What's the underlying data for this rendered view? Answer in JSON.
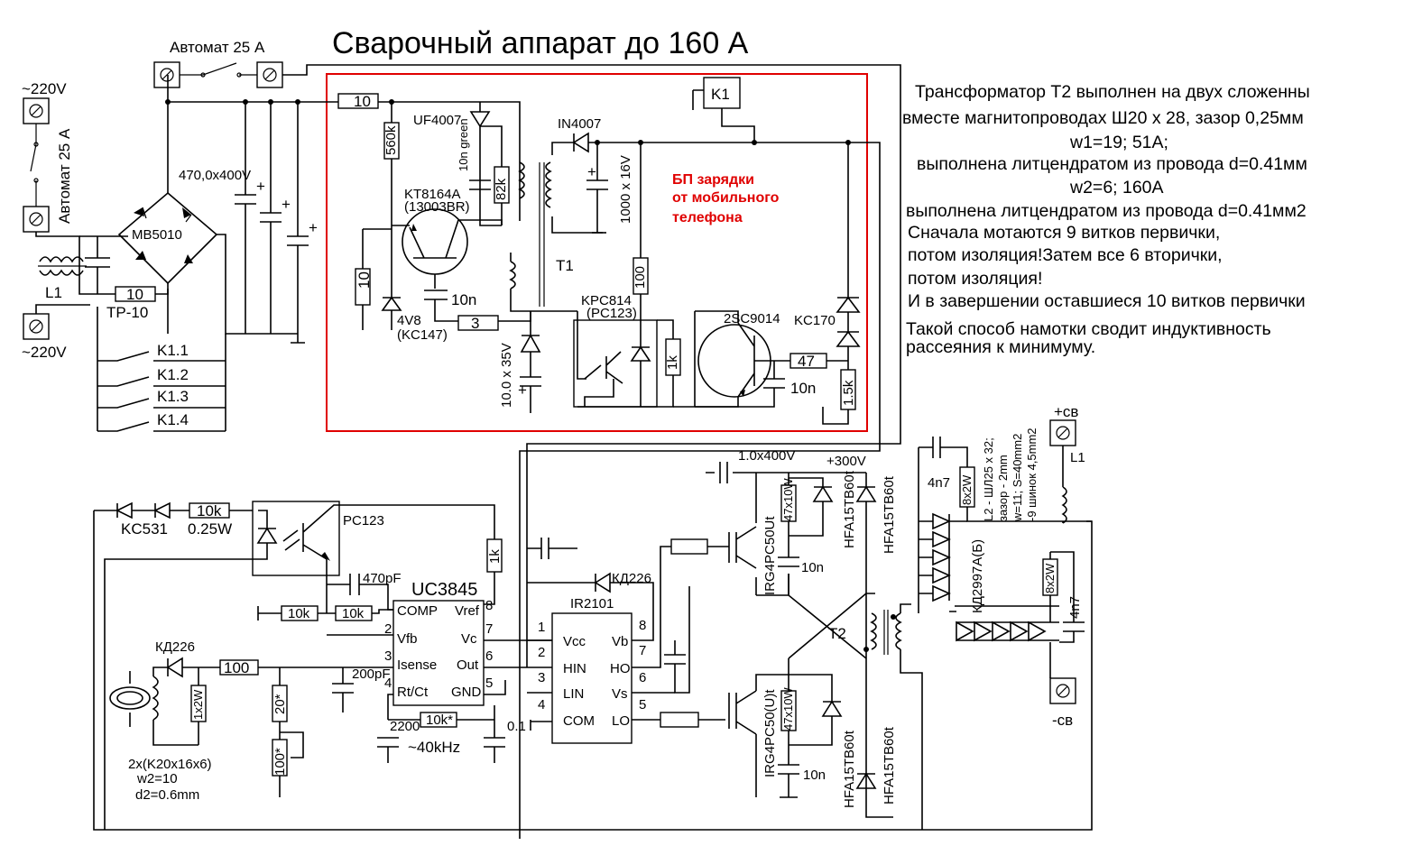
{
  "title": "Сварочный аппарат до 160 А",
  "notes": [
    "Трансформатор Т2 выполнен на двух сложенны",
    "вместе магнитопроводах Ш20 х 28, зазор 0,25мм",
    "w1=19;  51А;",
    "выполнена литцендратом из провода d=0.41мм",
    "w2=6; 160А",
    "выполнена литцендратом из провода d=0.41мм2",
    "Сначала мотаются 9 витков первички,",
    "потом изоляция!Затем все 6 вторички,",
    "потом изоляция!",
    "И в завершении оставшиеся 10 витков первички",
    "Такой способ намотки сводит индуктивность",
    "рассеяния к минимуму."
  ],
  "psu_label": [
    "БП зарядки",
    "от мобильного",
    "телефона"
  ],
  "colors": {
    "frame": "#e00000",
    "wire": "#000000"
  },
  "labels": {
    "automat_top": "Автомат 25 А",
    "automat_left": "Автомат 25 А",
    "v220_top": "~220V",
    "v220_bottom": "~220V",
    "cap_470": "470,0x400V",
    "bridge": "MB5010",
    "l1": "L1",
    "r10_in": "10",
    "tp10": "TP-10",
    "k11": "K1.1",
    "k12": "K1.2",
    "k13": "K1.3",
    "k14": "K1.4",
    "r10_psu": "10",
    "uf4007": "UF4007",
    "r560k": "560k",
    "c10n_green": "10n green",
    "r82k": "82k",
    "kt8164a": "KT8164A",
    "q13003": "(13003BR)",
    "r10_base": "10",
    "zener4v8": "4V8",
    "kc147": "(KC147)",
    "c10n_psu": "10n",
    "r3": "3",
    "c10x35": "10.0 x 35V",
    "t1": "T1",
    "in4007": "IN4007",
    "c1000x16": "1000 x 16V",
    "k1": "K1",
    "r100_psu": "100",
    "krc814": "KPC814",
    "pc123_psu": "(PC123)",
    "r1k_psu": "1k",
    "q2sc9014": "2SC9014",
    "kc170": "KC170",
    "r47": "47",
    "c10n_b": "10n",
    "r1k5": "1.5k",
    "c1x400": "1.0x400V",
    "v300": "+300V",
    "kc531": "KC531",
    "r10k_fb": "10k",
    "r025w": "0.25W",
    "pc123": "PC123",
    "r1k_opto": "1k",
    "c470pf": "470pF",
    "uc3845": "UC3845",
    "r10k_a": "10k",
    "r10k_b": "10k",
    "pin_comp": "COMP",
    "pin_vref": "Vref",
    "pin_vfb": "Vfb",
    "pin_vc": "Vc",
    "pin_isense": "Isense",
    "pin_out": "Out",
    "pin_rtct": "Rt/Ct",
    "pin_gnd": "GND",
    "n1": "1",
    "n2": "2",
    "n3": "3",
    "n4": "4",
    "n5": "5",
    "n6": "6",
    "n7": "7",
    "n8": "8",
    "c200pf": "200pF",
    "c2200": "2200",
    "r10k_star": "10k*",
    "f40k": "~40kHz",
    "c01": "0.1",
    "kd226_sense": "КД226",
    "r100_sense": "100",
    "r1x2w": "1x2W",
    "r20star": "20*",
    "r100star": "100*",
    "ct_core": "2x(K20x16x6)",
    "ct_w2": "w2=10",
    "ct_d2": "d2=0.6mm",
    "ir2101": "IR2101",
    "kd226_boot": "КД226",
    "drv_vcc": "Vcc",
    "drv_hin": "HIN",
    "drv_lin": "LIN",
    "drv_com": "COM",
    "drv_vb": "Vb",
    "drv_ho": "HO",
    "drv_vs": "Vs",
    "drv_lo": "LO",
    "d1": "1",
    "d2": "2",
    "d3": "3",
    "d4": "4",
    "d5": "5",
    "d6": "6",
    "d7": "7",
    "d8": "8",
    "irg_top": "IRG4PC50Ut",
    "irg_bot": "IRG4PC50(U)t",
    "r47x10w_top": "47x10W",
    "r47x10w_bot": "47x10W",
    "c10n_top": "10n",
    "c10n_bot": "10n",
    "hfa1": "HFA15TB60t",
    "hfa2": "HFA15TB60t",
    "hfa3": "HFA15TB60t",
    "hfa4": "HFA15TB60t",
    "t2": "T2",
    "c4n7_top": "4n7",
    "r8x2w_top": "8x2W",
    "l2_spec": [
      "L2 - ШЛ25 х 32;",
      "зазор - 2mm",
      "w=11; S=40mm2",
      "-9 шинок 4,5mm2"
    ],
    "kd2997": "КД2997А(Б)",
    "r8x2w_bot": "8x2W",
    "c4n7_bot": "4n7",
    "plus_sv": "+св",
    "minus_sv": "-св",
    "l1_out": "L1"
  }
}
